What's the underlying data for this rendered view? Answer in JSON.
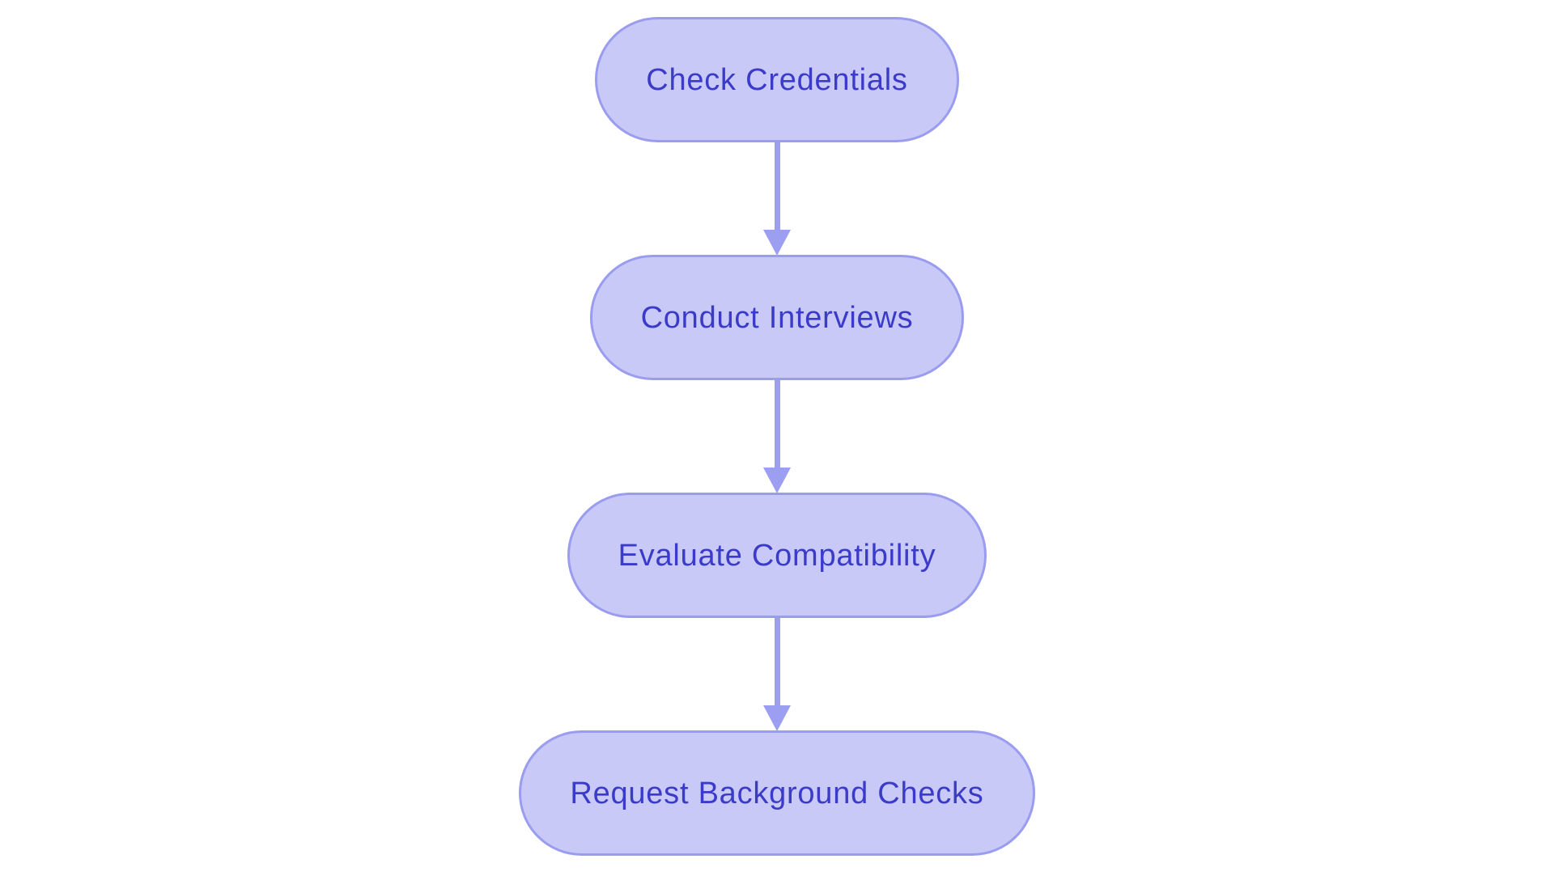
{
  "flowchart": {
    "background_color": "#ffffff",
    "node_fill_color": "#c9c9f7",
    "node_border_color": "#9a9cf0",
    "node_text_color": "#3b3bc9",
    "arrow_color": "#9c9ef2",
    "nodes": [
      {
        "label": "Check Credentials"
      },
      {
        "label": "Conduct Interviews"
      },
      {
        "label": "Evaluate Compatibility"
      },
      {
        "label": "Request Background Checks"
      }
    ],
    "edges": [
      {
        "from": "Check Credentials",
        "to": "Conduct Interviews"
      },
      {
        "from": "Conduct Interviews",
        "to": "Evaluate Compatibility"
      },
      {
        "from": "Evaluate Compatibility",
        "to": "Request Background Checks"
      }
    ]
  }
}
